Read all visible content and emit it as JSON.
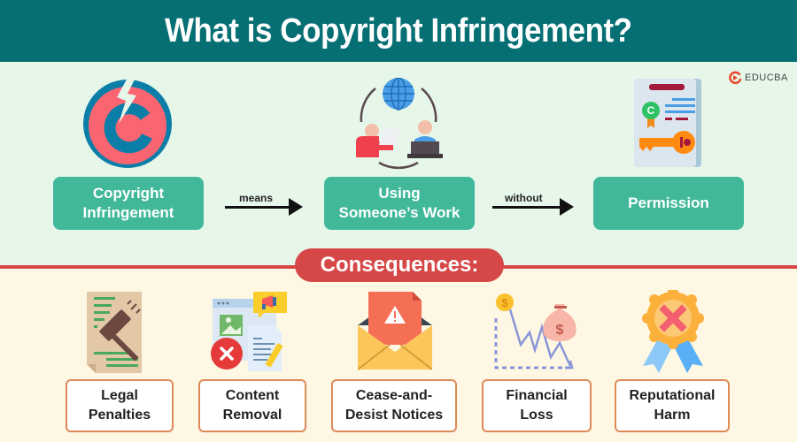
{
  "header": {
    "title": "What is Copyright Infringement?"
  },
  "brand": {
    "logo_text": "EDUCBA",
    "logo_color": "#e8452c"
  },
  "flow": {
    "steps": [
      {
        "label_line1": "Copyright",
        "label_line2": "Infringement",
        "icon": "broken-copyright-icon"
      },
      {
        "label_line1": "Using",
        "label_line2": "Someone’s Work",
        "icon": "people-sharing-globe-icon"
      },
      {
        "label": "Permission",
        "icon": "certificate-key-icon"
      }
    ],
    "connectors": [
      {
        "label": "means"
      },
      {
        "label": "without"
      }
    ]
  },
  "consequences": {
    "title": "Consequences:",
    "items": [
      {
        "label_line1": "Legal",
        "label_line2": "Penalties",
        "icon": "gavel-document-icon"
      },
      {
        "label_line1": "Content",
        "label_line2": "Removal",
        "icon": "content-removed-icon"
      },
      {
        "label_line1": "Cease-and-",
        "label_line2": "Desist Notices",
        "icon": "warning-envelope-icon"
      },
      {
        "label_line1": "Financial",
        "label_line2": "Loss",
        "icon": "falling-money-chart-icon"
      },
      {
        "label_line1": "Reputational",
        "label_line2": "Harm",
        "icon": "rejected-badge-icon"
      }
    ]
  },
  "colors": {
    "header_bg": "#066f74",
    "top_bg": "#e6f7ea",
    "bottom_bg": "#fdf7e4",
    "accent_red": "#d64747",
    "box_green": "#41b89a",
    "box_border_orange": "#de8a57"
  }
}
